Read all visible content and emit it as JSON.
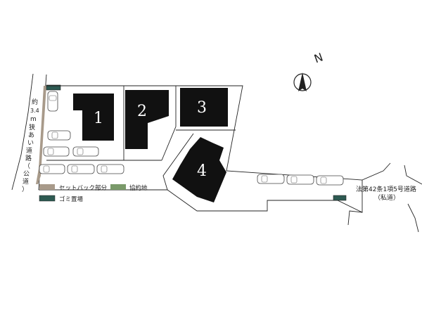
{
  "map": {
    "lots": [
      "1",
      "2",
      "3",
      "4"
    ],
    "road_left": [
      "約",
      "3.4",
      "m",
      "狭",
      "あ",
      "い",
      "道",
      "路",
      "（",
      "公",
      "道",
      "）"
    ],
    "road_right": {
      "line1": "法第42条1項5号道路",
      "line2": "（私道）"
    },
    "legend": {
      "setback": "セットバック部分",
      "agreement": "協約地",
      "garbage": "ゴミ置場"
    },
    "north_label": "N",
    "colors": {
      "setback": "#a89a8a",
      "agreement": "#7a9a6a",
      "garbage": "#2d5a52",
      "building": "#111111"
    }
  }
}
